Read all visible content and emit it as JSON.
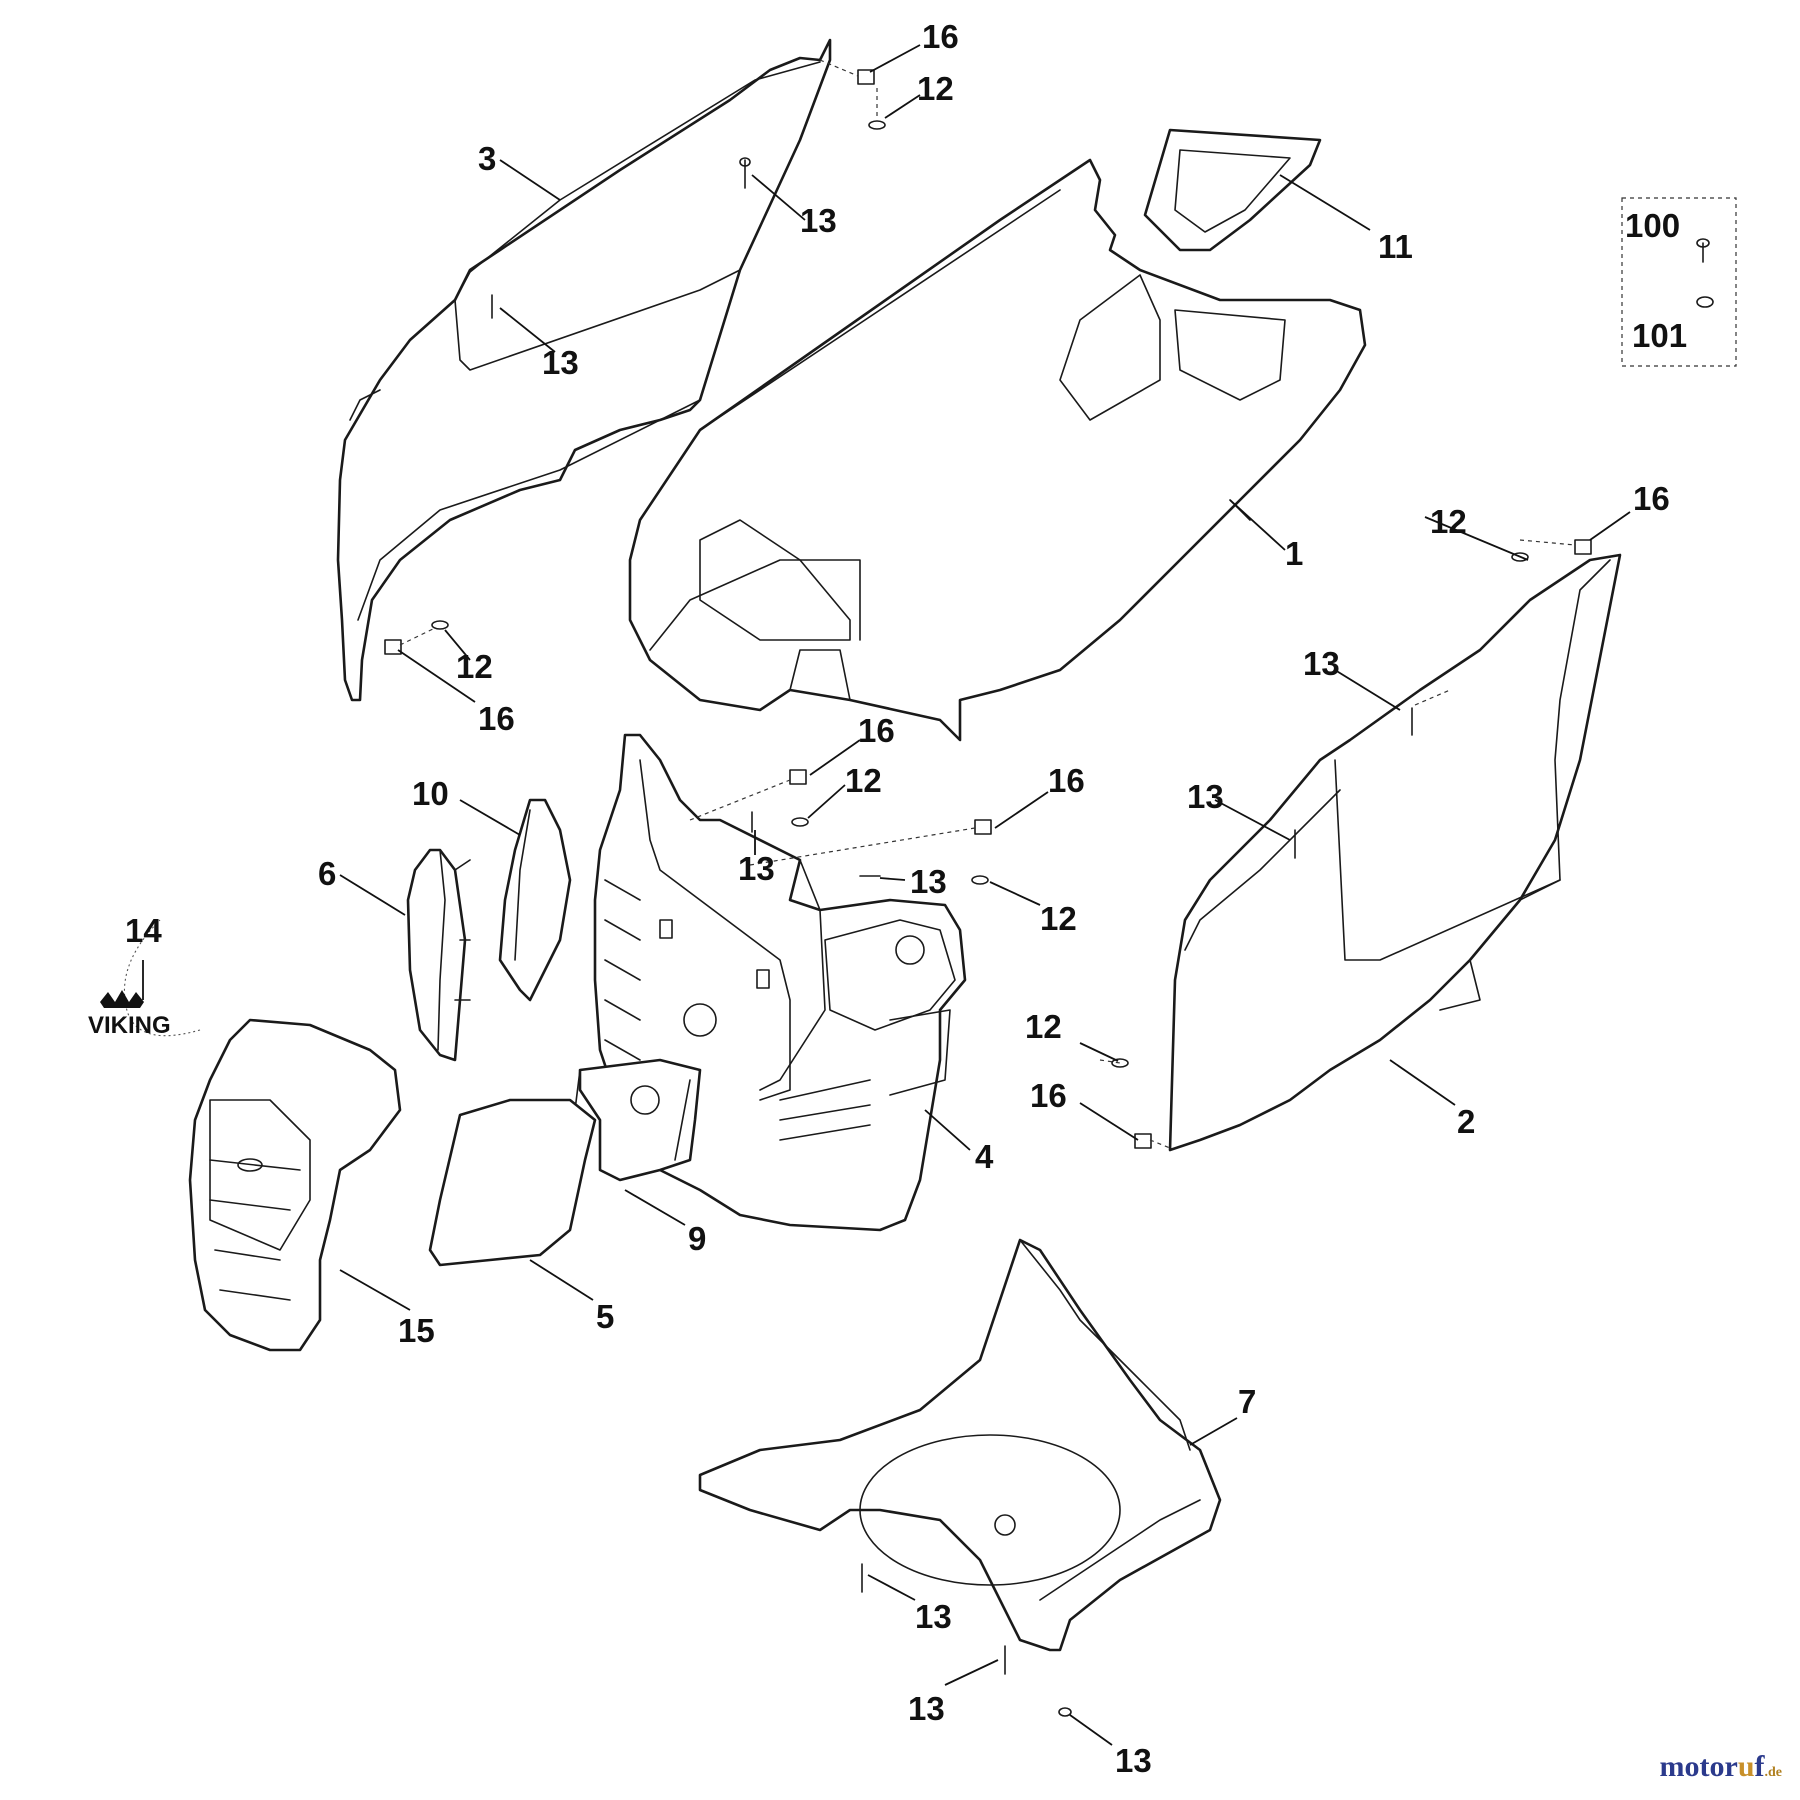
{
  "callouts": {
    "c1": "1",
    "c2": "2",
    "c3": "3",
    "c4": "4",
    "c5": "5",
    "c6": "6",
    "c7": "7",
    "c9": "9",
    "c10": "10",
    "c11": "11",
    "c12": "12",
    "c13": "13",
    "c14": "14",
    "c15": "15",
    "c16": "16",
    "c100": "100",
    "c101": "101"
  },
  "brand_logo": "VIKING",
  "watermark": {
    "name_pre": "motor",
    "name_accent": "u",
    "name_post": "f",
    "tld": ".de"
  },
  "colors": {
    "line": "#1a1a1a",
    "background": "#ffffff",
    "watermark": "#2b3a8c",
    "watermark_accent": "#c8902a"
  }
}
